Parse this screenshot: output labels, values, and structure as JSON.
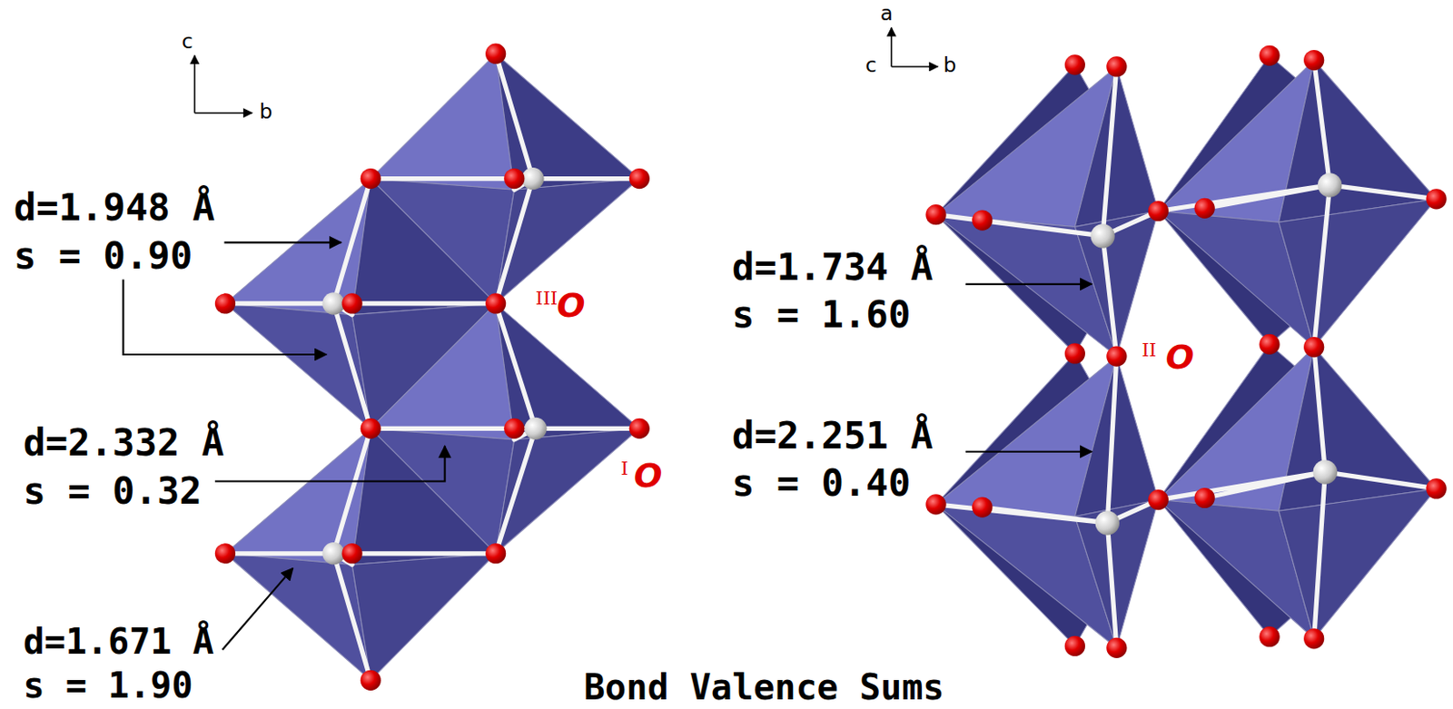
{
  "diagram": {
    "caption": "Bond Valence Sums",
    "labels": [
      "c",
      "b",
      "a",
      "c",
      "b",
      "d=1.948 Å",
      "s = 0.90",
      "III",
      "O",
      "d=1.734 Å",
      "s = 1.60",
      "II",
      "O",
      "d=2.332 Å",
      "s = 0.32",
      "I",
      "O",
      "d=2.251 Å",
      "s = 0.40",
      "d=1.671 Å",
      "s = 1.90"
    ]
  }
}
